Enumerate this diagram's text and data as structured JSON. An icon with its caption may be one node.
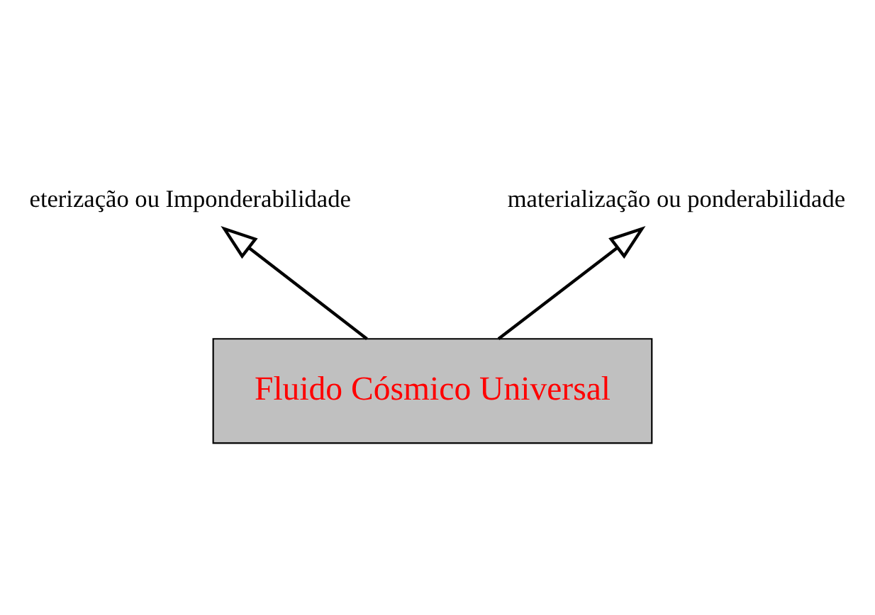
{
  "diagram": {
    "nodes": [
      {
        "text": [
          "Fluido Cósmico Universal"
        ]
      },
      {
        "text": [
          "eterização ou Imponderabilidade"
        ]
      },
      {
        "text": [
          "materialização ou ponderabilidade"
        ]
      }
    ],
    "edges": [
      {
        "from": 0,
        "to": 1,
        "arrow": "to"
      },
      {
        "from": 0,
        "to": 2,
        "arrow": "to"
      }
    ]
  }
}
